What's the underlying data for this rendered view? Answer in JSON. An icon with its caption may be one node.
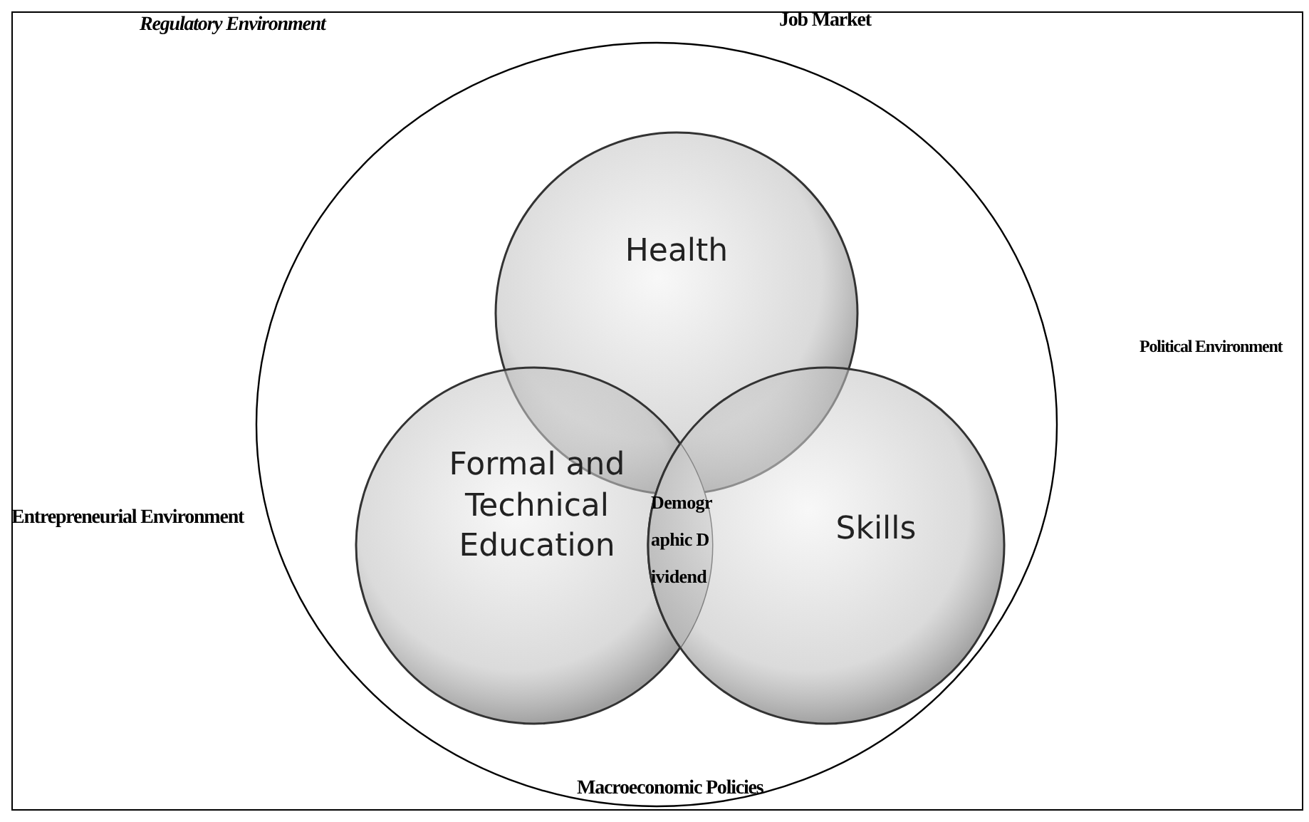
{
  "diagram": {
    "nodes": [
      {
        "text": [],
        "shape": "ellipse"
      },
      {
        "text": [
          "Health"
        ],
        "in": 0
      },
      {
        "text": [
          "Formal and Technical Education"
        ],
        "in": 0
      },
      {
        "text": [
          "Skills"
        ],
        "in": 0
      },
      {
        "text": [
          "Demographic Dividend"
        ],
        "in": 0
      }
    ],
    "labels": [
      "Regulatory Environment",
      "Job Market",
      "Political Environment",
      "Entrepreneurial Environment",
      "Macroeconomic Policies"
    ]
  }
}
